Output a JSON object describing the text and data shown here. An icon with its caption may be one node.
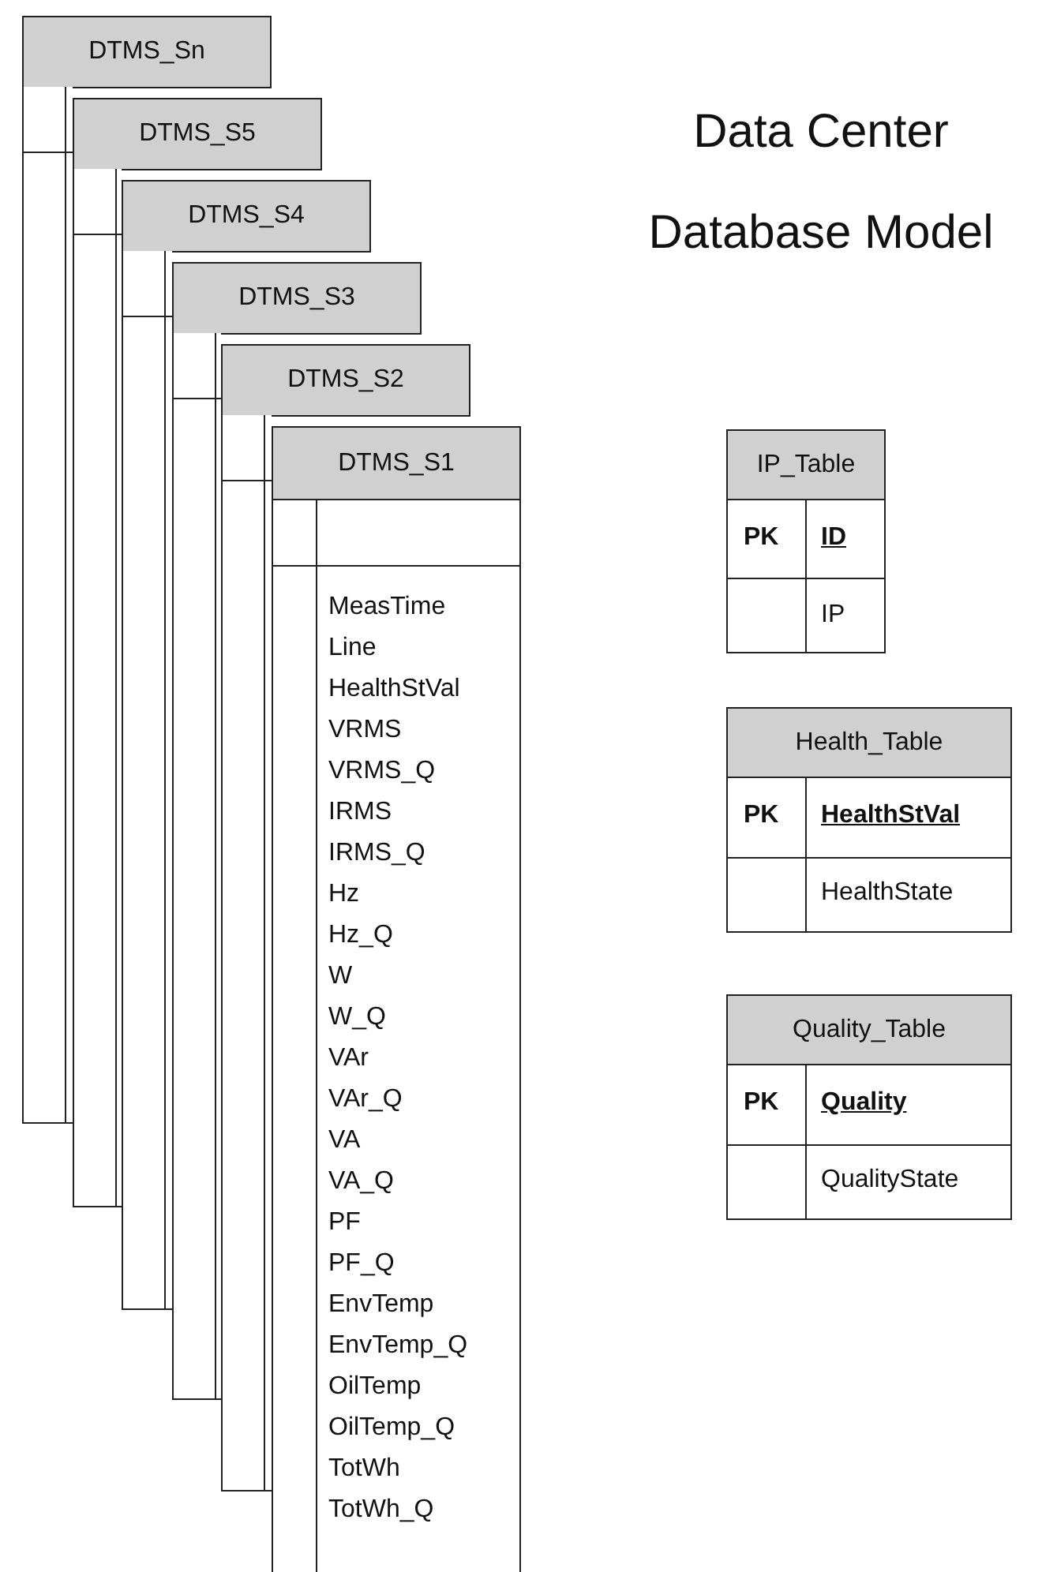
{
  "diagram": {
    "title": "Data Center Database Model",
    "nodes": [
      {
        "text": [
          "DTMS_Sn"
        ]
      },
      {
        "text": [
          "DTMS_S5"
        ]
      },
      {
        "text": [
          "DTMS_S4"
        ]
      },
      {
        "text": [
          "DTMS_S3"
        ]
      },
      {
        "text": [
          "DTMS_S2"
        ]
      },
      {
        "text": [
          "DTMS_S1",
          "MeasTime",
          "Line",
          "HealthStVal",
          "VRMS",
          "VRMS_Q",
          "IRMS",
          "IRMS_Q",
          "Hz",
          "Hz_Q",
          "W",
          "W_Q",
          "VAr",
          "VAr_Q",
          "VA",
          "VA_Q",
          "PF",
          "PF_Q",
          "EnvTemp",
          "EnvTemp_Q",
          "OilTemp",
          "OilTemp_Q",
          "TotWh",
          "TotWh_Q"
        ]
      },
      {
        "text": [
          "IP_Table",
          "PK",
          "ID",
          "IP"
        ]
      },
      {
        "text": [
          "Health_Table",
          "PK",
          "HealthStVal",
          "HealthState"
        ]
      },
      {
        "text": [
          "Quality_Table",
          "PK",
          "Quality",
          "QualityState"
        ]
      }
    ]
  }
}
